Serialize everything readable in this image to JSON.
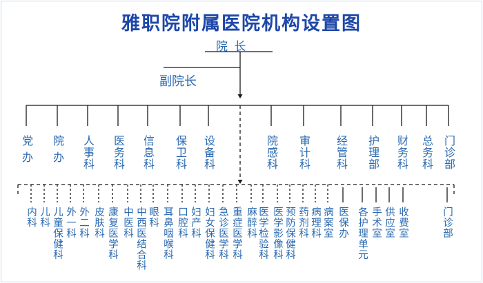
{
  "title": "雅职院附属医院机构设置图",
  "colors": {
    "title": "#1d47a8",
    "text": "#2a69b0",
    "line": "#1a1a1a",
    "frame": "#c9d9ea"
  },
  "president": "院 长",
  "vice_president": "副院长",
  "departments": [
    {
      "label": "党办"
    },
    {
      "label": "院办"
    },
    {
      "label": "人事科"
    },
    {
      "label": "医务科"
    },
    {
      "label": "信息科"
    },
    {
      "label": "保卫科"
    },
    {
      "label": "设备科"
    },
    {
      "label": "院感科"
    },
    {
      "label": "审计科"
    },
    {
      "label": "经管科"
    },
    {
      "label": "护理部"
    },
    {
      "label": "财务科"
    },
    {
      "label": "总务科"
    },
    {
      "label": "门诊部"
    }
  ],
  "units": [
    {
      "label": "内科"
    },
    {
      "label": "儿科"
    },
    {
      "label": "儿童保健科"
    },
    {
      "label": "外一科"
    },
    {
      "label": "外二科"
    },
    {
      "label": "皮肤科"
    },
    {
      "label": "康复医学科"
    },
    {
      "label": "中医科"
    },
    {
      "label": "中西医结合科"
    },
    {
      "label": "眼科"
    },
    {
      "label": "耳鼻咽喉科"
    },
    {
      "label": "口腔科"
    },
    {
      "label": "妇产科"
    },
    {
      "label": "妇女保健科"
    },
    {
      "label": "急诊医学科"
    },
    {
      "label": "重症医学科"
    },
    {
      "label": "麻醉科"
    },
    {
      "label": "医学检验科"
    },
    {
      "label": "医学影像科"
    },
    {
      "label": "预防保健科"
    },
    {
      "label": "药剂科"
    },
    {
      "label": "病理科"
    },
    {
      "label": "病案室"
    },
    {
      "label": "医保办"
    },
    {
      "label": "各护理单元"
    },
    {
      "label": "手术室"
    },
    {
      "label": "供应室"
    },
    {
      "label": "收费室"
    },
    {
      "label": "门诊部"
    }
  ]
}
